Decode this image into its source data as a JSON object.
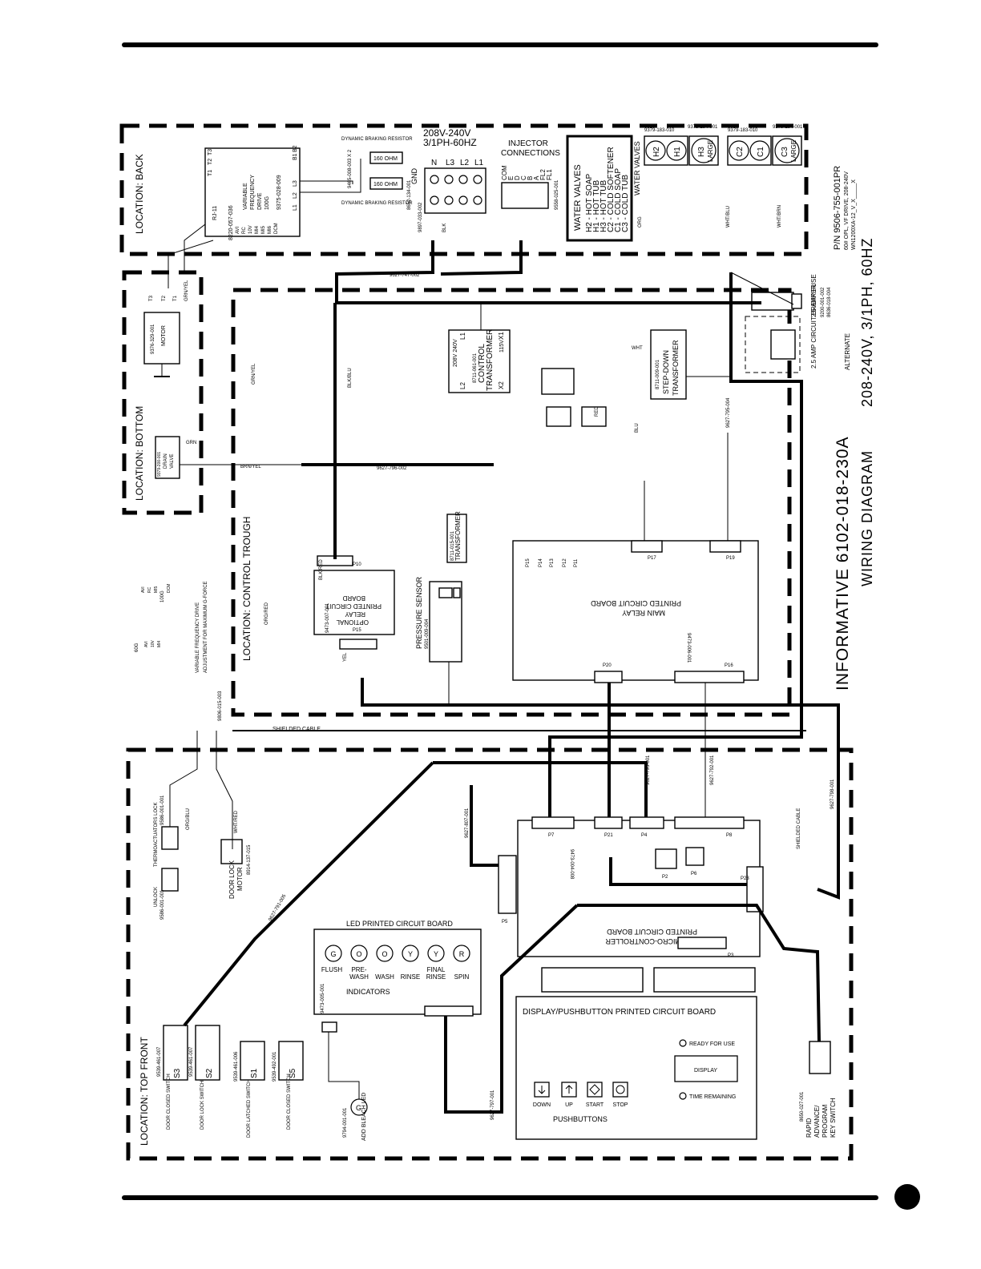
{
  "title": {
    "main": "INFORMATIVE 6102-018-230A",
    "sub": "WIRING DIAGRAM",
    "voltage": "208-240V, 3/1PH, 60HZ",
    "part_no": "P/N 9506-755-001PR",
    "part_desc1": "60# OPL, VF DRIVE, 208-240V",
    "part_desc2": "WN1200XA-12_V_X_____X"
  },
  "locations": {
    "back": "LOCATION:  BACK",
    "bottom": "LOCATION:  BOTTOM",
    "control_trough": "LOCATION:  CONTROL TROUGH",
    "top_front": "LOCATION:  TOP FRONT"
  },
  "power": {
    "supply": "208V-240V",
    "supply2": "3/1PH-60HZ",
    "terminals": [
      "N",
      "L3",
      "L2",
      "L1"
    ],
    "gnd": "GND",
    "gnd_part": "8652-134-001",
    "block_part": "9897-033-002"
  },
  "injector": {
    "label1": "INJECTOR",
    "label2": "CONNECTIONS",
    "terminals": [
      "COM",
      "E",
      "D",
      "C",
      "B",
      "A",
      "FL2",
      "FL1"
    ],
    "part": "9558-025-001"
  },
  "water_valves": {
    "title": "WATER VALVES",
    "legend": [
      "H2 - HOT SOAP",
      "H1 - HOT TUB",
      "H3 - HOT TUB",
      "C2 - COLD SOFTENER",
      "C1 - COLD SOAP",
      "C3 - COLD TUB"
    ],
    "side_label": "WATER VALVES",
    "valves": [
      "H2",
      "H1",
      "H3",
      "C2",
      "C1",
      "C3"
    ],
    "large": "LARGE",
    "part_a": "9379-183-010",
    "part_b": "9379-194-001",
    "part_c": "9379-183-010",
    "part_d": "9379-194-001"
  },
  "vfd": {
    "line1": "VARIABLE",
    "line2": "FREQUENCY",
    "line3": "DRIVE",
    "line4": "100G",
    "part": "9375-028-009",
    "left_terms": [
      "T1",
      "T2",
      "T3"
    ],
    "right_terms": [
      "B1",
      "B2"
    ],
    "bottom_terms": [
      "L1",
      "L2",
      "L3"
    ],
    "io": [
      "AVI",
      "RC",
      "10V",
      "MI4",
      "MI5",
      "MI6",
      "DCM"
    ],
    "rj": "RJ-11",
    "cable": "8220-057-036"
  },
  "resistors": {
    "label": "DYNAMIC BRAKING RESISTOR",
    "value": "160 OHM",
    "part": "9465-008-003 X 2"
  },
  "motor": {
    "label": "MOTOR",
    "part": "9376-329-001",
    "terms": [
      "T3",
      "T2",
      "T1",
      "GRN/YEL"
    ]
  },
  "drain": {
    "label1": "DRAIN",
    "label2": "VALVE",
    "part": "9379-200-001"
  },
  "ctrl_transformer": {
    "label1": "CONTROL",
    "label2": "TRANSFORMER",
    "part": "8711-061-001",
    "v1": "208V  240V",
    "v2": "115V",
    "terms": [
      "L2",
      "L1",
      "X2",
      "X1"
    ]
  },
  "stepdown": {
    "label1": "STEP-DOWN",
    "label2": "TRANSFORMER",
    "part": "8711-009-001"
  },
  "fuse": {
    "label": "2.5 AMP FUSE",
    "part1": "9200-001-002",
    "part2": "8636-018-004"
  },
  "breaker": {
    "label": "2.5 AMP CIRCUIT BREAKER",
    "alt": "ALTERNATE"
  },
  "main_relay": {
    "line1": "MAIN RELAY",
    "line2": "PRINTED CIRCUIT BOARD",
    "part": "9473-006-001",
    "connectors": [
      "P15",
      "P14",
      "P13",
      "P12",
      "P11",
      "P17",
      "P19",
      "P20",
      "P16"
    ]
  },
  "relay_board": {
    "line1": "OPTIONAL",
    "line2": "RELAY",
    "line3": "PRINTED CIRCUIT",
    "line4": "BOARD",
    "part": "9473-007-001",
    "conn": "P10",
    "conn2": "P15"
  },
  "pressure": {
    "label": "PRESSURE SENSOR",
    "part": "9501-009-004",
    "transformer": "TRANSFORMER",
    "tx_part": "8711-015-001"
  },
  "micro": {
    "line1": "MICRO-CONTROLLER",
    "line2": "PRINTED CIRCUIT BOARD",
    "part": "9473-004-008",
    "connectors": [
      "P7",
      "P21",
      "P4",
      "P8",
      "P2",
      "P6",
      "P5",
      "P3",
      "P23"
    ]
  },
  "led_board": {
    "title": "LED PRINTED CIRCUIT BOARD",
    "indicators_label": "INDICATORS",
    "leds": [
      {
        "letter": "G",
        "name": "FLUSH"
      },
      {
        "letter": "O",
        "name": "PRE-\nWASH"
      },
      {
        "letter": "O",
        "name": "WASH"
      },
      {
        "letter": "Y",
        "name": "RINSE"
      },
      {
        "letter": "Y",
        "name": "FINAL\nRINSE"
      },
      {
        "letter": "R",
        "name": "SPIN"
      }
    ],
    "part": "9473-005-001"
  },
  "display_board": {
    "title": "DISPLAY/PUSHBUTTON PRINTED CIRCUIT BOARD",
    "ready": "READY FOR USE",
    "display": "DISPLAY",
    "time": "TIME REMAINING",
    "pushbuttons": "PUSHBUTTONS",
    "buttons": [
      "DOWN",
      "UP",
      "START",
      "STOP"
    ]
  },
  "door": {
    "lock_motor1": "DOOR LOCK",
    "lock_motor2": "MOTOR",
    "lock_part": "8914-137-015",
    "thermo_lock": "THERMOACTUATORS LOCK",
    "thermo_unlock": "UNLOCK",
    "thermo_part1": "9586-001-001",
    "thermo_part2": "9586-001-001"
  },
  "switches": [
    {
      "id": "S3",
      "label": "DOOR CLOSED SWITCH",
      "part": "9539-461-007"
    },
    {
      "id": "S2",
      "label": "DOOR LOCK SWITCH",
      "part": "9539-461-007"
    },
    {
      "id": "S1",
      "label": "DOOR LATCHED SWITCH",
      "part": "9539-461-006"
    },
    {
      "id": "S5",
      "label": "DOOR CLOSED SWITCH",
      "part": "9539-492-001"
    }
  ],
  "bleach": {
    "label": "ADD BLEACH LED",
    "part": "9794-001-001"
  },
  "keyswitch": {
    "label1": "RAPID",
    "label2": "ADVANCE/",
    "label3": "PROGRAM",
    "label4": "KEY SWITCH",
    "part": "8650-027-001"
  },
  "harnesses": [
    "9627-747-002",
    "9627-796-002",
    "9627-795-004",
    "9627-791-005",
    "9627-798-001",
    "9627-807-001",
    "9627-797-001",
    "9627-793-001",
    "9627-792-001",
    "9806-015-003"
  ],
  "wires": {
    "shielded": "SHIELDED CABLE",
    "colors": [
      "BLK",
      "RED",
      "WHT",
      "ORG",
      "BLU",
      "GRN",
      "YEL",
      "GRN/YEL",
      "BRN/YEL",
      "WHT/BLU",
      "WHT/BRN",
      "WHT/RED",
      "BLK/RED",
      "BLK/BLU",
      "ORG/BLU",
      "ORG/RED"
    ]
  },
  "vfd_note": {
    "line1": "VARIABLE FREQUENCY DRIVE",
    "line2": "ADJUSTMENT FOR MAXIMUM G-FORCE",
    "g60": "60G",
    "g100": "100G"
  }
}
